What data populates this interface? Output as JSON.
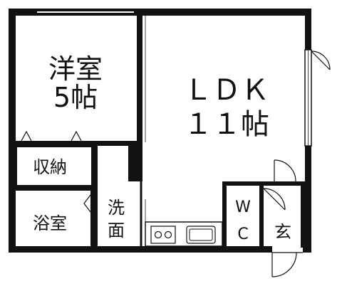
{
  "colors": {
    "wall": "#111111",
    "background": "#ffffff",
    "thin_line": "#444444"
  },
  "rooms": {
    "western_room": {
      "name": "洋室",
      "size": "5帖"
    },
    "ldk": {
      "name": "ＬＤＫ",
      "size": "１１帖"
    },
    "storage": {
      "name": "収納"
    },
    "bathroom": {
      "name": "浴室"
    },
    "washroom": {
      "name": "洗",
      "name2": "面"
    },
    "toilet": {
      "name": "W",
      "name2": "C"
    },
    "entrance": {
      "name": "玄"
    }
  },
  "fixtures": [
    "stove-icon",
    "sink-icon"
  ]
}
